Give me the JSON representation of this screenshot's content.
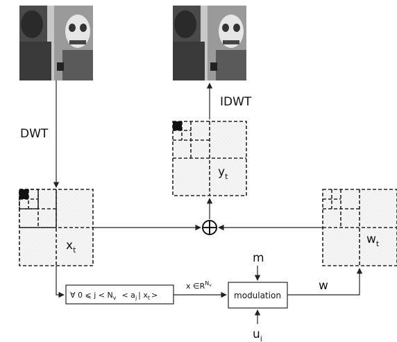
{
  "labels": {
    "dwt": "DWT",
    "idwt": "IDWT",
    "x_main": "x",
    "x_sub": "t",
    "y_main": "y",
    "y_sub": "t",
    "w_main": "w",
    "w_sub": "t",
    "m": "m",
    "u_main": "u",
    "u_sub": "i",
    "w_out": "w",
    "modulation": "modulation",
    "constraint": "∀ 0 ⩽ j < N",
    "constraint_sub": "v",
    "constraint_tail": "< a",
    "constraint_j": "j",
    "constraint_mid": "| x",
    "constraint_t": "t",
    "constraint_end": ">",
    "space_main": "x ∈R",
    "space_sup": "N",
    "space_supsub": "v"
  }
}
